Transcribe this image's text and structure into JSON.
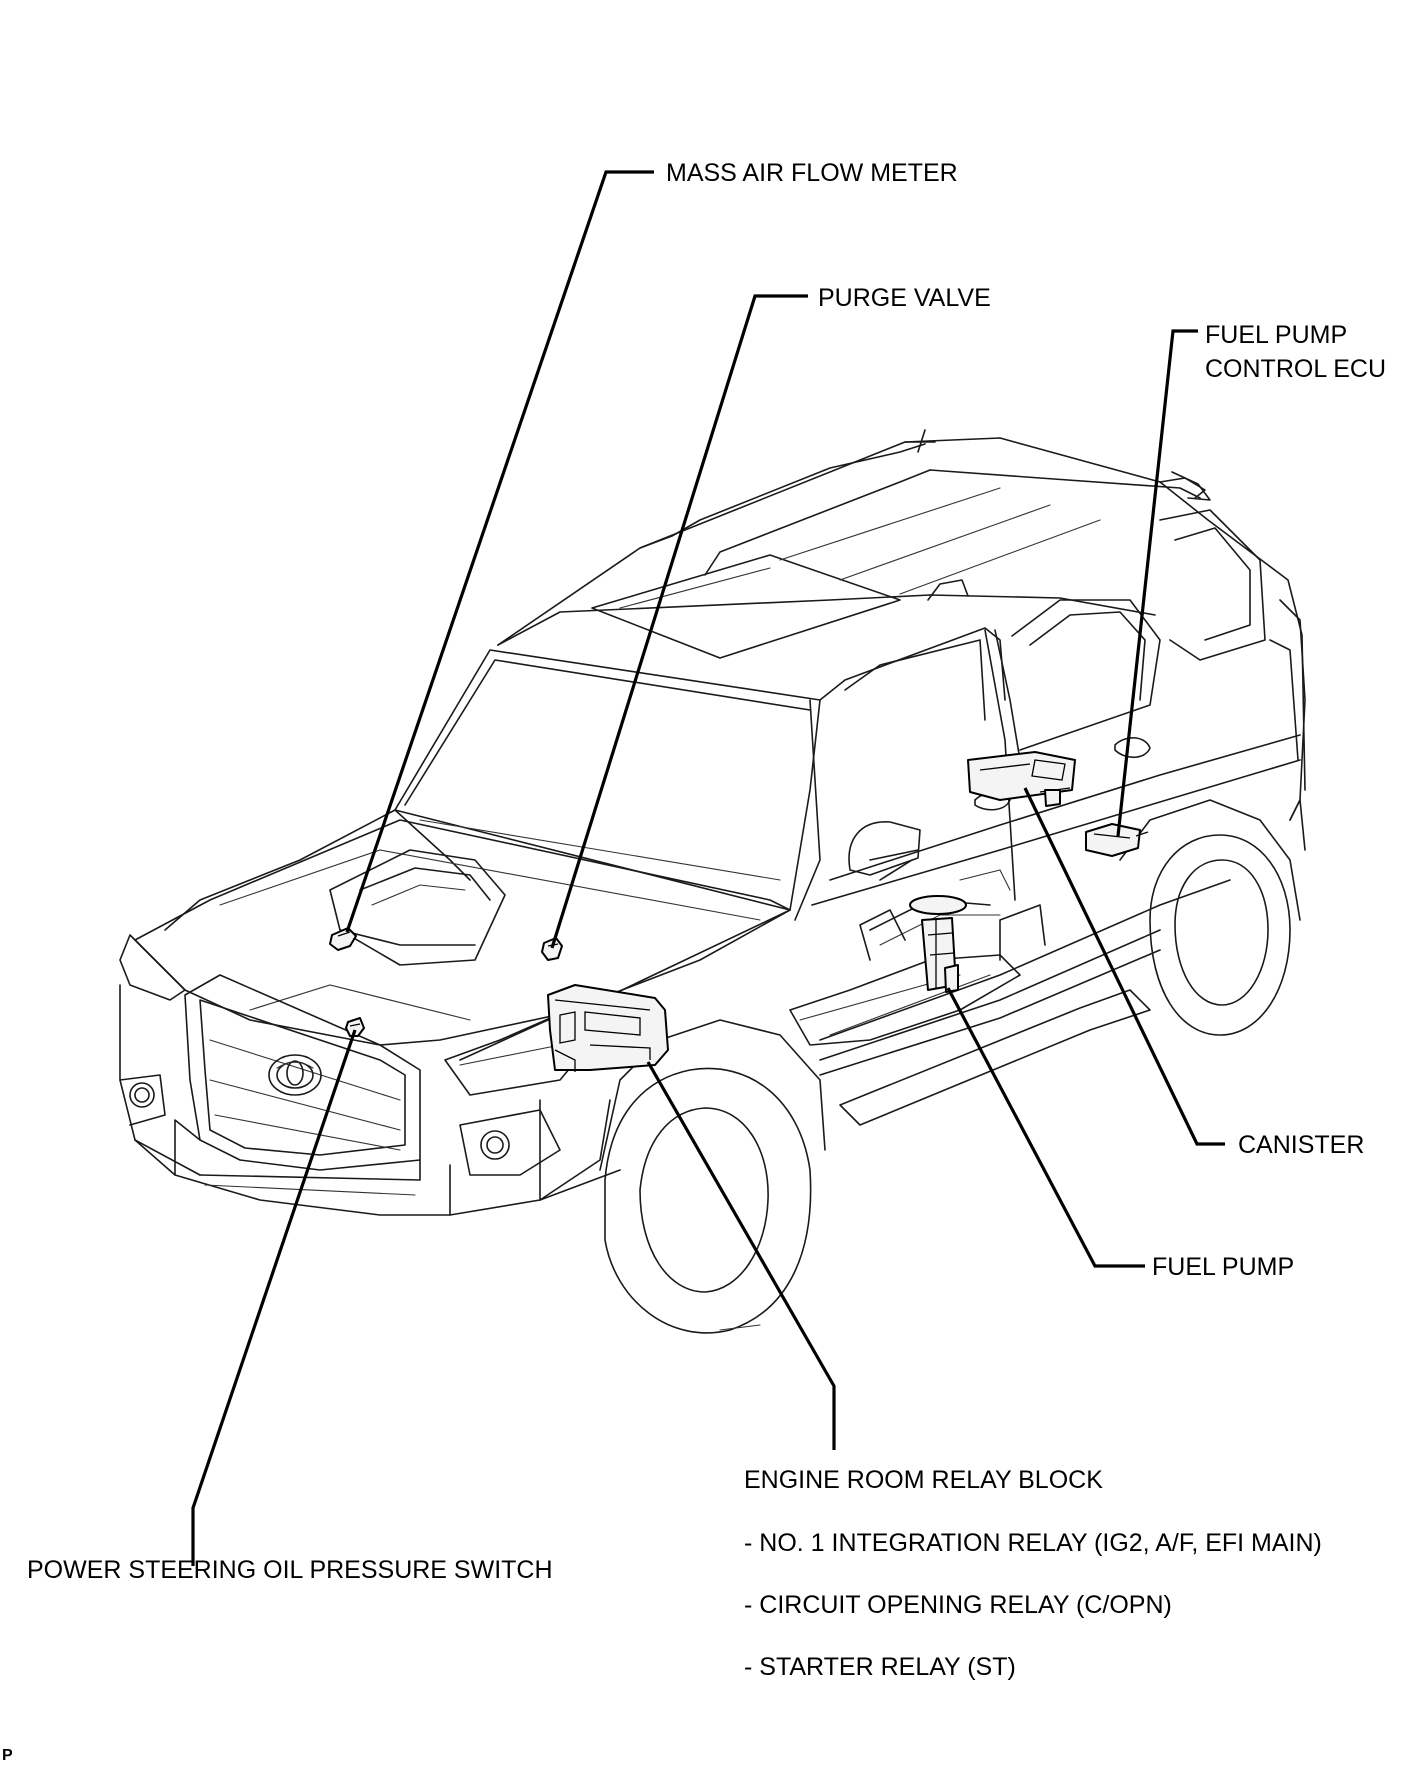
{
  "labels": {
    "mass_air_flow_meter": "MASS AIR FLOW METER",
    "purge_valve": "PURGE VALVE",
    "fuel_pump_control_ecu_line1": "FUEL PUMP",
    "fuel_pump_control_ecu_line2": "CONTROL ECU",
    "canister": "CANISTER",
    "fuel_pump": "FUEL PUMP",
    "engine_room_relay_block": "ENGINE ROOM RELAY BLOCK",
    "relay_item_1": "- NO. 1 INTEGRATION RELAY (IG2, A/F, EFI MAIN)",
    "relay_item_2": "- CIRCUIT OPENING RELAY (C/OPN)",
    "relay_item_3": "- STARTER RELAY (ST)",
    "power_steering_oil_pressure_switch": "POWER STEERING OIL PRESSURE SWITCH"
  },
  "corner_mark": "P"
}
